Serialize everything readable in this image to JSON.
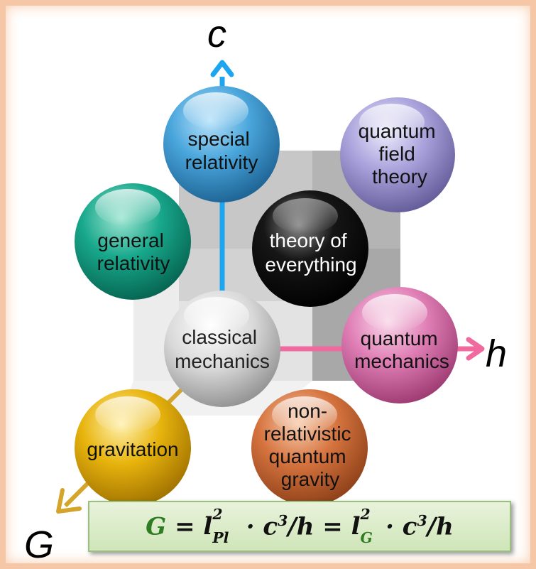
{
  "axes": {
    "c": "c",
    "h": "h",
    "G": "G"
  },
  "spheres": {
    "special_relativity": [
      "special",
      "relativity"
    ],
    "quantum_field_theory": [
      "quantum",
      "field",
      "theory"
    ],
    "general_relativity": [
      "general",
      "relativity"
    ],
    "theory_of_everything": [
      "theory of",
      "everything"
    ],
    "classical_mechanics": [
      "classical",
      "mechanics"
    ],
    "quantum_mechanics": [
      "quantum",
      "mechanics"
    ],
    "gravitation": [
      "gravitation"
    ],
    "nonrelativistic_quantum_gravity": [
      "non-",
      "relativistic",
      "quantum",
      "gravity"
    ]
  },
  "formula": {
    "G": "G",
    "eq": "=",
    "l": "l",
    "exp2": "2",
    "pl": "Pl",
    "dot": "·",
    "c": "c",
    "exp3": "3",
    "slash": "/",
    "h": "h",
    "sub_g": "G"
  },
  "colors": {
    "c_axis": "#1ea5f0",
    "h_axis": "#f06aa0",
    "G_axis": "#d4a52a",
    "special_relativity": "#3d9bd3",
    "quantum_field_theory": "#a59fd8",
    "general_relativity": "#16a58a",
    "theory_of_everything": "#111111",
    "classical_mechanics": "#d4d4d4",
    "quantum_mechanics": "#e07fb6",
    "gravitation": "#e8b40d",
    "nonrelativistic_quantum_gravity": "#d6743f"
  }
}
